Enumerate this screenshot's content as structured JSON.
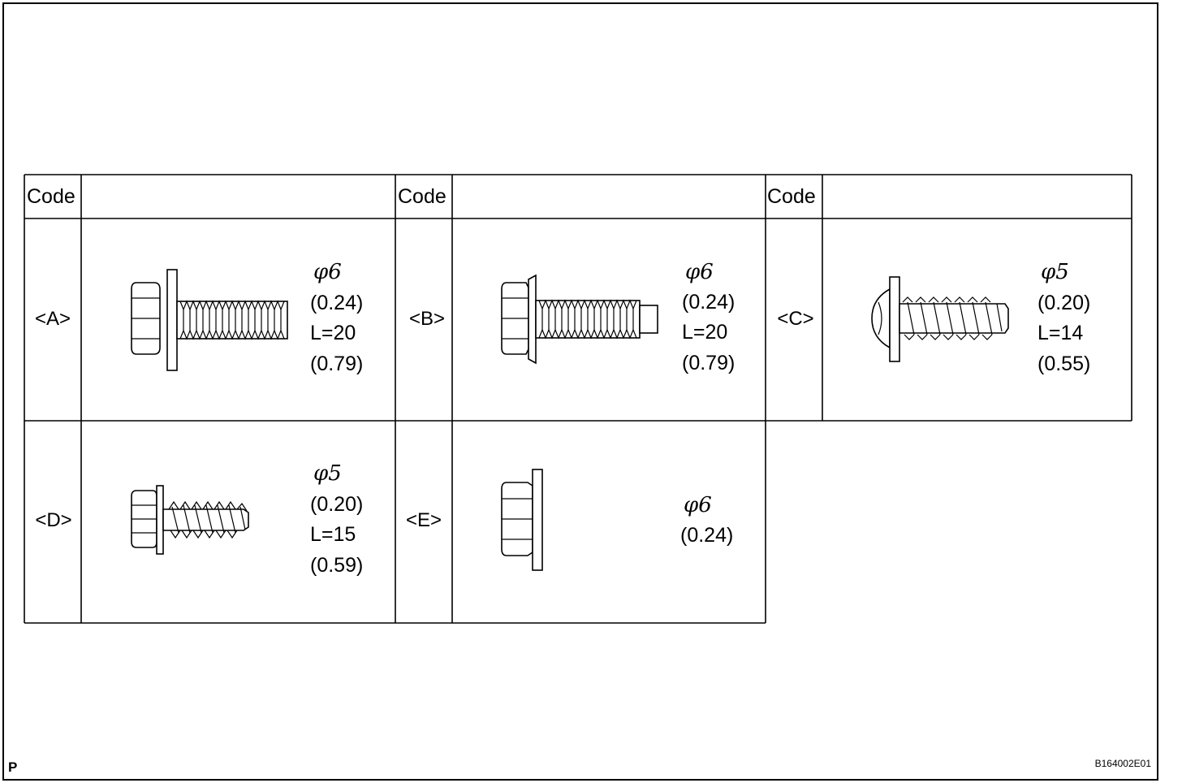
{
  "corner_label": "P",
  "figure_id": "B164002E01",
  "header": {
    "code_label": "Code"
  },
  "parts": [
    {
      "code": "<A>",
      "diameter_label": "φ6",
      "dims": [
        "(0.24)",
        "L=20",
        "(0.79)"
      ],
      "icon": "hex-bolt-with-washer-icon"
    },
    {
      "code": "<B>",
      "diameter_label": "φ6",
      "dims": [
        "(0.24)",
        "L=20",
        "(0.79)"
      ],
      "icon": "flange-bolt-with-pilot-icon"
    },
    {
      "code": "<C>",
      "diameter_label": "φ5",
      "dims": [
        "(0.20)",
        "L=14",
        "(0.55)"
      ],
      "icon": "pan-head-tapping-screw-icon"
    },
    {
      "code": "<D>",
      "diameter_label": "φ5",
      "dims": [
        "(0.20)",
        "L=15",
        "(0.59)"
      ],
      "icon": "hex-tapping-screw-with-washer-icon"
    },
    {
      "code": "<E>",
      "diameter_label": "φ6",
      "dims": [
        "(0.24)"
      ],
      "icon": "flange-nut-icon"
    }
  ]
}
